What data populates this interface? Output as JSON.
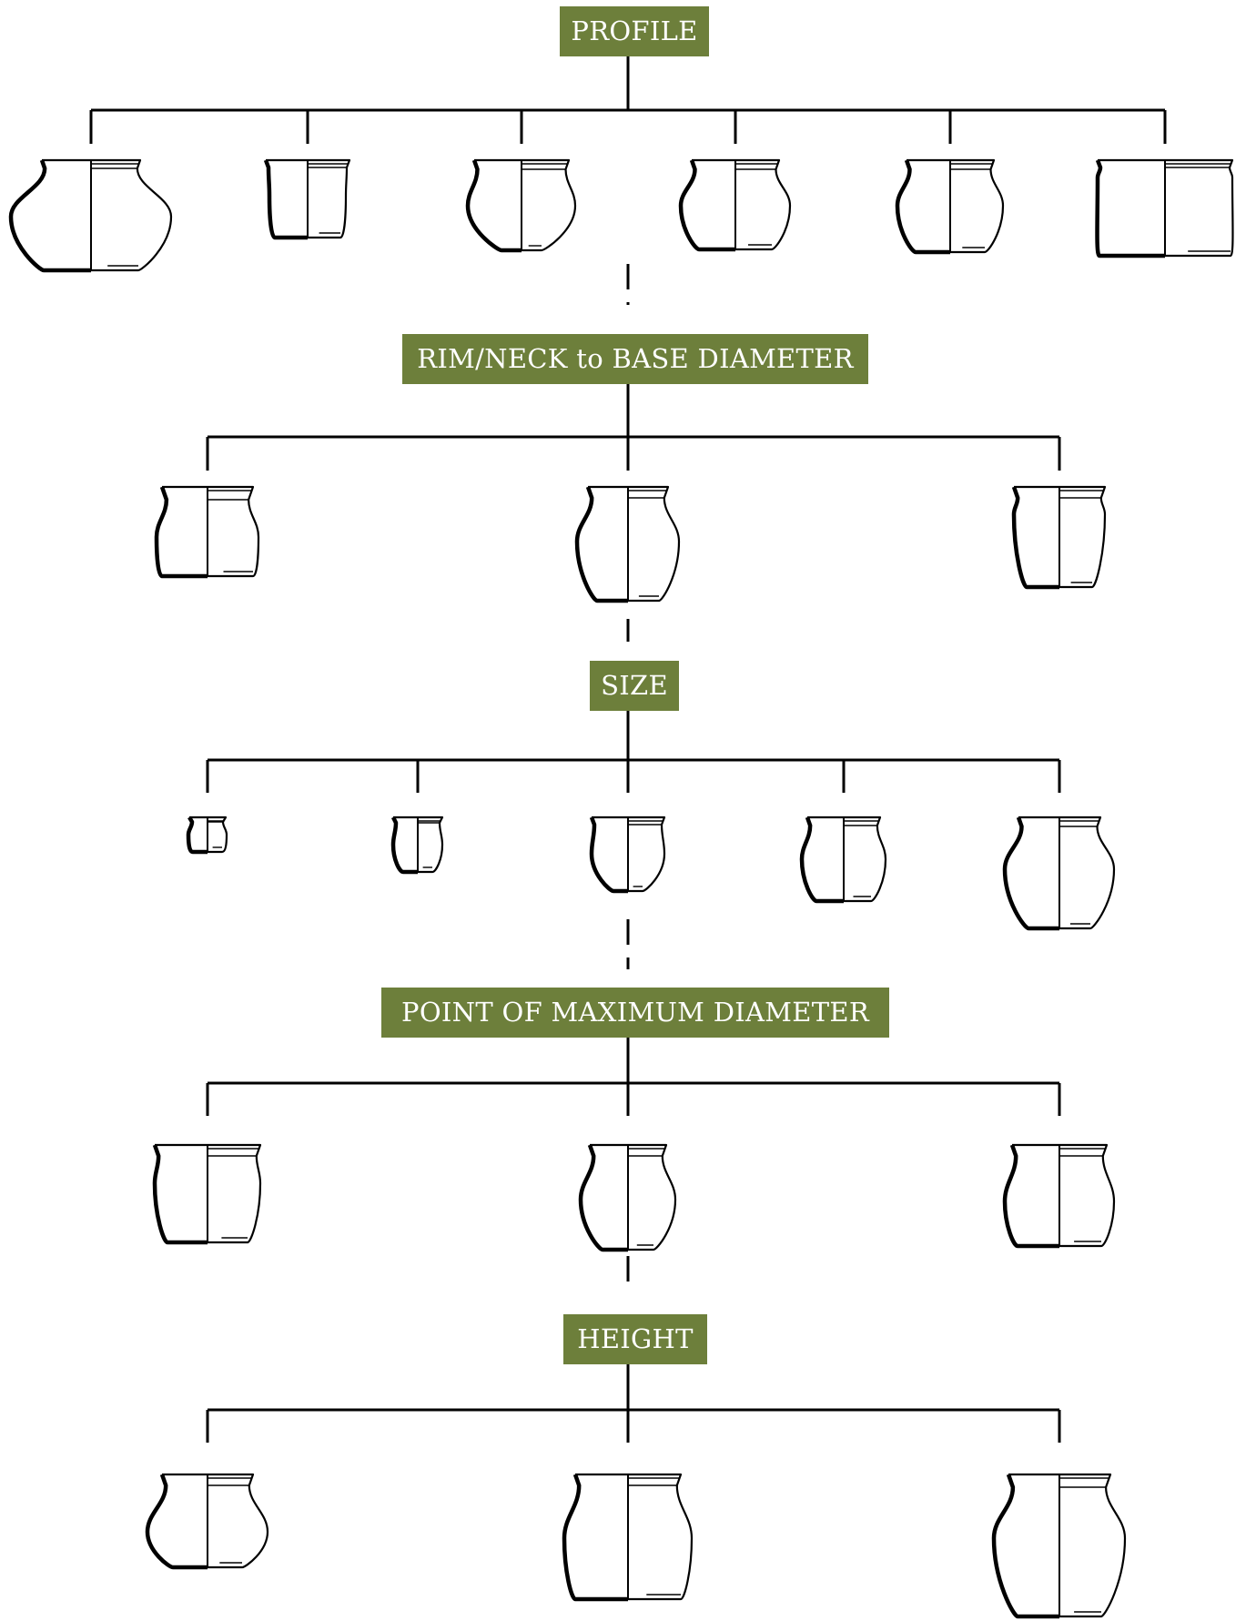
{
  "diagram": {
    "sections": [
      {
        "id": "profile",
        "label": "PROFILE",
        "vessels": [
          "carinated-jar",
          "straight-sided-cup",
          "globular-bowl",
          "bulbous-jar",
          "ovoid-jar",
          "wide-straight-pot"
        ]
      },
      {
        "id": "rim-neck",
        "label": "RIM/NECK to BASE DIAMETER",
        "vessels": [
          "jar-wide-base",
          "jar-balanced",
          "jar-narrow-base"
        ]
      },
      {
        "id": "size",
        "label": "SIZE",
        "vessels": [
          "jar-size-1",
          "jar-size-2",
          "jar-size-3",
          "jar-size-4",
          "jar-size-5"
        ]
      },
      {
        "id": "max-diameter",
        "label": "POINT OF MAXIMUM DIAMETER",
        "vessels": [
          "jar-max-low",
          "jar-max-mid",
          "jar-max-high"
        ]
      },
      {
        "id": "height",
        "label": "HEIGHT",
        "vessels": [
          "jar-short",
          "jar-medium",
          "jar-tall"
        ]
      }
    ]
  },
  "colors": {
    "label_bg": "#6d7f3b",
    "label_text": "#ffffff",
    "line": "#000000"
  }
}
